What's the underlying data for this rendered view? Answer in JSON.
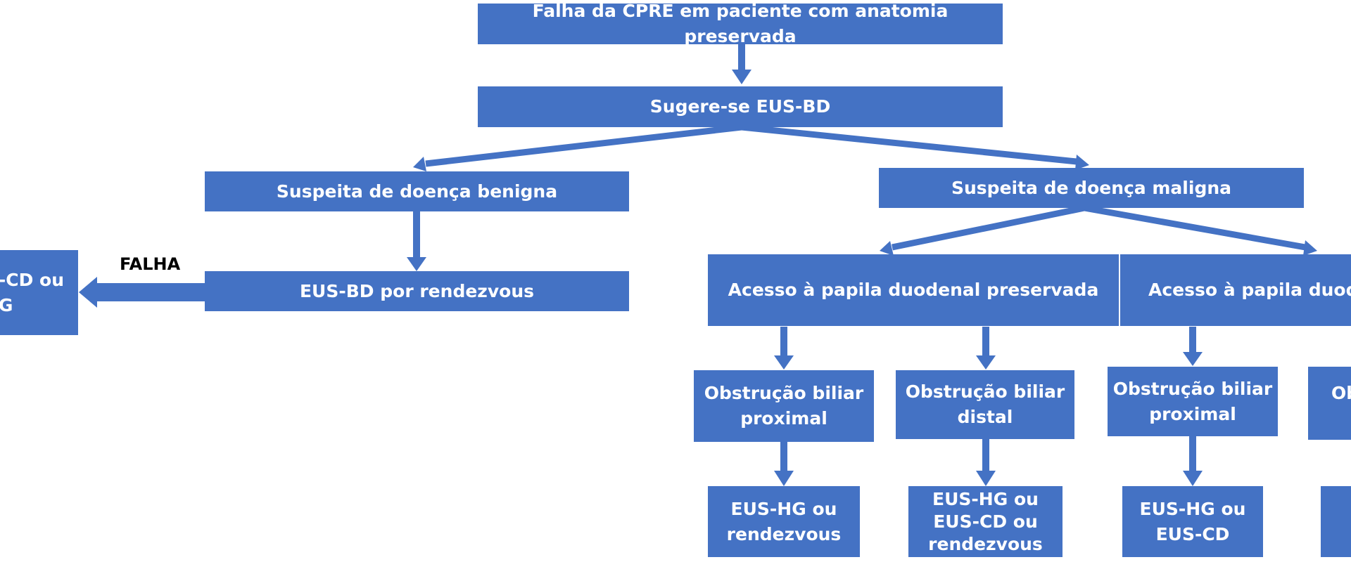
{
  "colors": {
    "box": "#4472C4",
    "arrow": "#4472C4",
    "text": "#ffffff",
    "label": "#000000"
  },
  "nodes": {
    "root": "Falha da CPRE em paciente com anatomia preservada",
    "eusbd": "Sugere-se EUS-BD",
    "benign": "Suspeita de doença benigna",
    "malign": "Suspeita de doença maligna",
    "rendezvous": "EUS-BD por rendezvous",
    "left_partial": "-CD ou\nG",
    "papila_preserved": "Acesso à papila duodenal preservada",
    "papila_right": "Acesso à papila duoden",
    "obs_prox_1": "Obstrução biliar\nproximal",
    "obs_dist_1": "Obstrução biliar\ndistal",
    "obs_prox_2": "Obstrução biliar\nproximal",
    "obs_right_partial": "Ob",
    "res_1": "EUS-HG ou\nrendezvous",
    "res_2": "EUS-HG ou\nEUS-CD ou\nrendezvous",
    "res_3": "EUS-HG ou\nEUS-CD"
  },
  "edges": {
    "fail_label": "FALHA"
  }
}
